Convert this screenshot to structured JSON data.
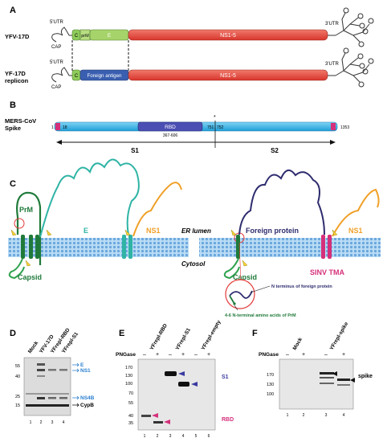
{
  "panels": {
    "A": "A",
    "B": "B",
    "C": "C",
    "D": "D",
    "E": "E",
    "F": "F"
  },
  "panelA": {
    "row1": {
      "label1": "YFV-17D",
      "utr5": "5'UTR",
      "cap": "CAP",
      "c": "C",
      "prm": "prM",
      "e": "E",
      "ns": "NS1-5",
      "utr3": "3'UTR"
    },
    "row2": {
      "label1": "YF-17D",
      "label2": "replicon",
      "utr5": "5'UTR",
      "cap": "CAP",
      "c": "C",
      "fa": "Foreign antigen",
      "ns": "NS1-5",
      "utr3": "3'UTR"
    }
  },
  "panelB": {
    "label1": "MERS-CoV",
    "label2": "Spike",
    "n1": "1",
    "n18": "18",
    "rbd": "RBD",
    "rbdRange": "367-606",
    "n751": "751",
    "n752": "752",
    "star": "*",
    "n1353": "1353",
    "s1": "S1",
    "s2": "S2"
  },
  "panelC": {
    "prm": "PrM",
    "e": "E",
    "ns1a": "NS1",
    "lumen": "ER lumen",
    "cytosol": "Cytosol",
    "capsidA": "Capsid",
    "fp": "Foreign protein",
    "ns1b": "NS1",
    "capsidB": "Capsid",
    "sinv": "SINV TMA",
    "ann1": "N terminus of foreign protein",
    "ann2": "4-6 N-terminal amino acids of PrM"
  },
  "panelD": {
    "lanes": [
      "Mock",
      "YFV-17D",
      "YFrepl-RBD",
      "YFrepl-S1"
    ],
    "mw": [
      "55",
      "40",
      "25",
      "15"
    ],
    "bands": [
      "E",
      "NS1",
      "NS4B",
      "CypB"
    ],
    "laneNums": [
      "1",
      "2",
      "3",
      "4"
    ]
  },
  "panelE": {
    "groups": [
      "YFrepl-RBD",
      "YFrepl-S1",
      "YFrepl-empty"
    ],
    "pngase": "PNGase",
    "signs": [
      "–",
      "+",
      "–",
      "+",
      "–",
      "+"
    ],
    "mw": [
      "170",
      "130",
      "100",
      "70",
      "55",
      "40",
      "35"
    ],
    "s1": "S1",
    "rbd": "RBD",
    "laneNums": [
      "1",
      "2",
      "3",
      "4",
      "5",
      "6"
    ]
  },
  "panelF": {
    "groups": [
      "Mock",
      "YFrepl-spike"
    ],
    "pngase": "PNGase",
    "signs": [
      "–",
      "+",
      "–",
      "+"
    ],
    "mw": [
      "170",
      "130",
      "100"
    ],
    "spike": "spike",
    "laneNums": [
      "1",
      "2",
      "3",
      "4"
    ]
  },
  "colors": {
    "ns": "#e8453c",
    "c": "#8fcc5a",
    "e": "#a6d46a",
    "fa": "#3a5fb0",
    "spike": "#3fb6e8",
    "rbd": "#4b4eb3",
    "pink": "#d5307a",
    "prm": "#1f7a3a",
    "eProt": "#2fb4a5",
    "ns1": "#f0a028",
    "fp": "#2e2c6e",
    "membrane": "#9dc9ee"
  }
}
